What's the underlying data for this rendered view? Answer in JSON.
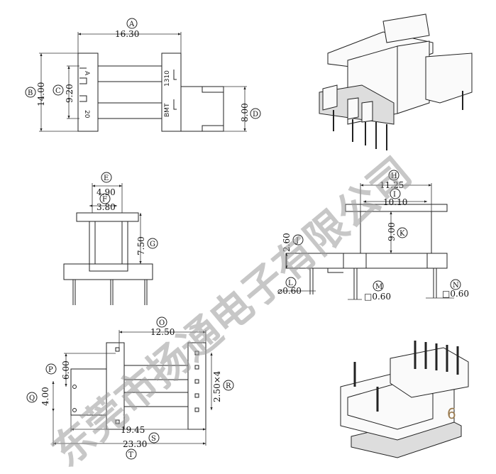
{
  "dimensions": {
    "A": {
      "label": "A",
      "value": "16.30"
    },
    "B": {
      "label": "B",
      "value": "14.00"
    },
    "C": {
      "label": "C",
      "value": "9.20"
    },
    "D": {
      "label": "D",
      "value": "8.00"
    },
    "E": {
      "label": "E",
      "value": "4.90"
    },
    "F": {
      "label": "F",
      "value": "3.80"
    },
    "G": {
      "label": "G",
      "value": "7.50"
    },
    "H": {
      "label": "H",
      "value": "11.25"
    },
    "I": {
      "label": "I",
      "value": "10.10"
    },
    "J": {
      "label": "J",
      "value": "2.60"
    },
    "K": {
      "label": "K",
      "value": "9.00"
    },
    "L": {
      "label": "L",
      "value": "⌀0.60"
    },
    "M": {
      "label": "M",
      "value": "□0.60"
    },
    "N": {
      "label": "N",
      "value": "□0.60"
    },
    "O": {
      "label": "O",
      "value": "12.50"
    },
    "P": {
      "label": "P",
      "value": "6.00"
    },
    "Q": {
      "label": "Q",
      "value": "4.00"
    },
    "R": {
      "label": "R",
      "value": "2.50×4"
    },
    "S": {
      "label": "S",
      "value": "19.45"
    },
    "T": {
      "label": "T",
      "value": "23.30"
    }
  },
  "part_markings": {
    "pin_a": "A",
    "pin_20": "20",
    "code": "1310",
    "brand": "BMT"
  },
  "watermark": "东莞市扬通电子有限公司",
  "page_number": "6"
}
